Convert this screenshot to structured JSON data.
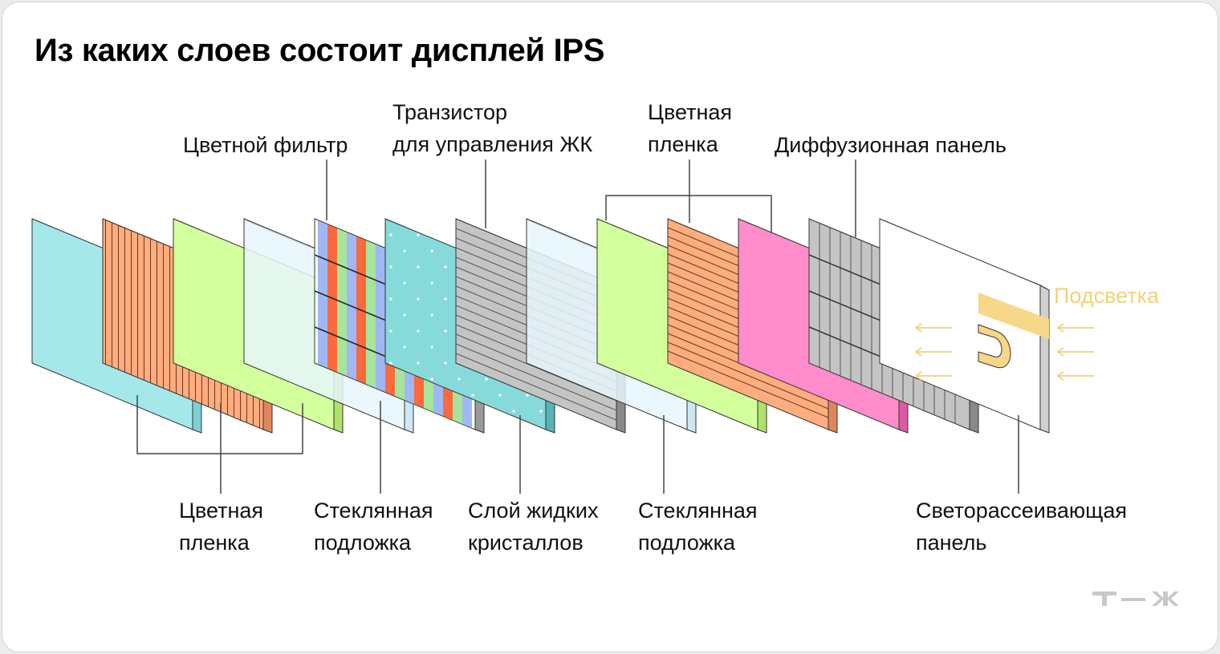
{
  "title": "Из каких слоев состоит дисплей IPS",
  "labels": {
    "color_filter": "Цветной фильтр",
    "transistor": [
      "Транзистор",
      "для управления ЖК"
    ],
    "color_film_top": [
      "Цветная",
      "пленка"
    ],
    "diffusion_panel": "Диффузионная панель",
    "backlight": "Подсветка",
    "color_film_bottom": [
      "Цветная",
      "пленка"
    ],
    "glass_substrate_left": [
      "Стеклянная",
      "подложка"
    ],
    "liquid_crystal_layer": [
      "Слой жидких",
      "кристаллов"
    ],
    "glass_substrate_right": [
      "Стеклянная",
      "подложка"
    ],
    "light_scattering_panel": [
      "Светорассеивающая",
      "панель"
    ]
  },
  "layers": [
    {
      "name": "color-film-cyan",
      "color": "#a4e8ea"
    },
    {
      "name": "color-film-orange",
      "color": "#ffac7e"
    },
    {
      "name": "color-film-green",
      "color": "#d3ff9c"
    },
    {
      "name": "glass-substrate",
      "color": "#e6f6fc"
    },
    {
      "name": "color-filter",
      "color": "#7f8cff"
    },
    {
      "name": "liquid-crystal-layer",
      "color": "#86dada"
    },
    {
      "name": "transistor-layer",
      "color": "#bdbdbd"
    },
    {
      "name": "glass-substrate-2",
      "color": "#e6f6fc"
    },
    {
      "name": "color-film-green-2",
      "color": "#d3ff9c"
    },
    {
      "name": "color-film-orange-2",
      "color": "#ffac7e"
    },
    {
      "name": "color-film-pink",
      "color": "#ff8ccb"
    },
    {
      "name": "diffusion-panel",
      "color": "#bdbdbd"
    },
    {
      "name": "light-scattering-panel",
      "color": "#ffffff"
    }
  ],
  "colors": {
    "backlight": "#f6d888",
    "filter_red": "#fb6a3d",
    "filter_green": "#a6e59a",
    "filter_blue": "#9fb8f4"
  },
  "logo_icon": "tzh-logo-icon"
}
